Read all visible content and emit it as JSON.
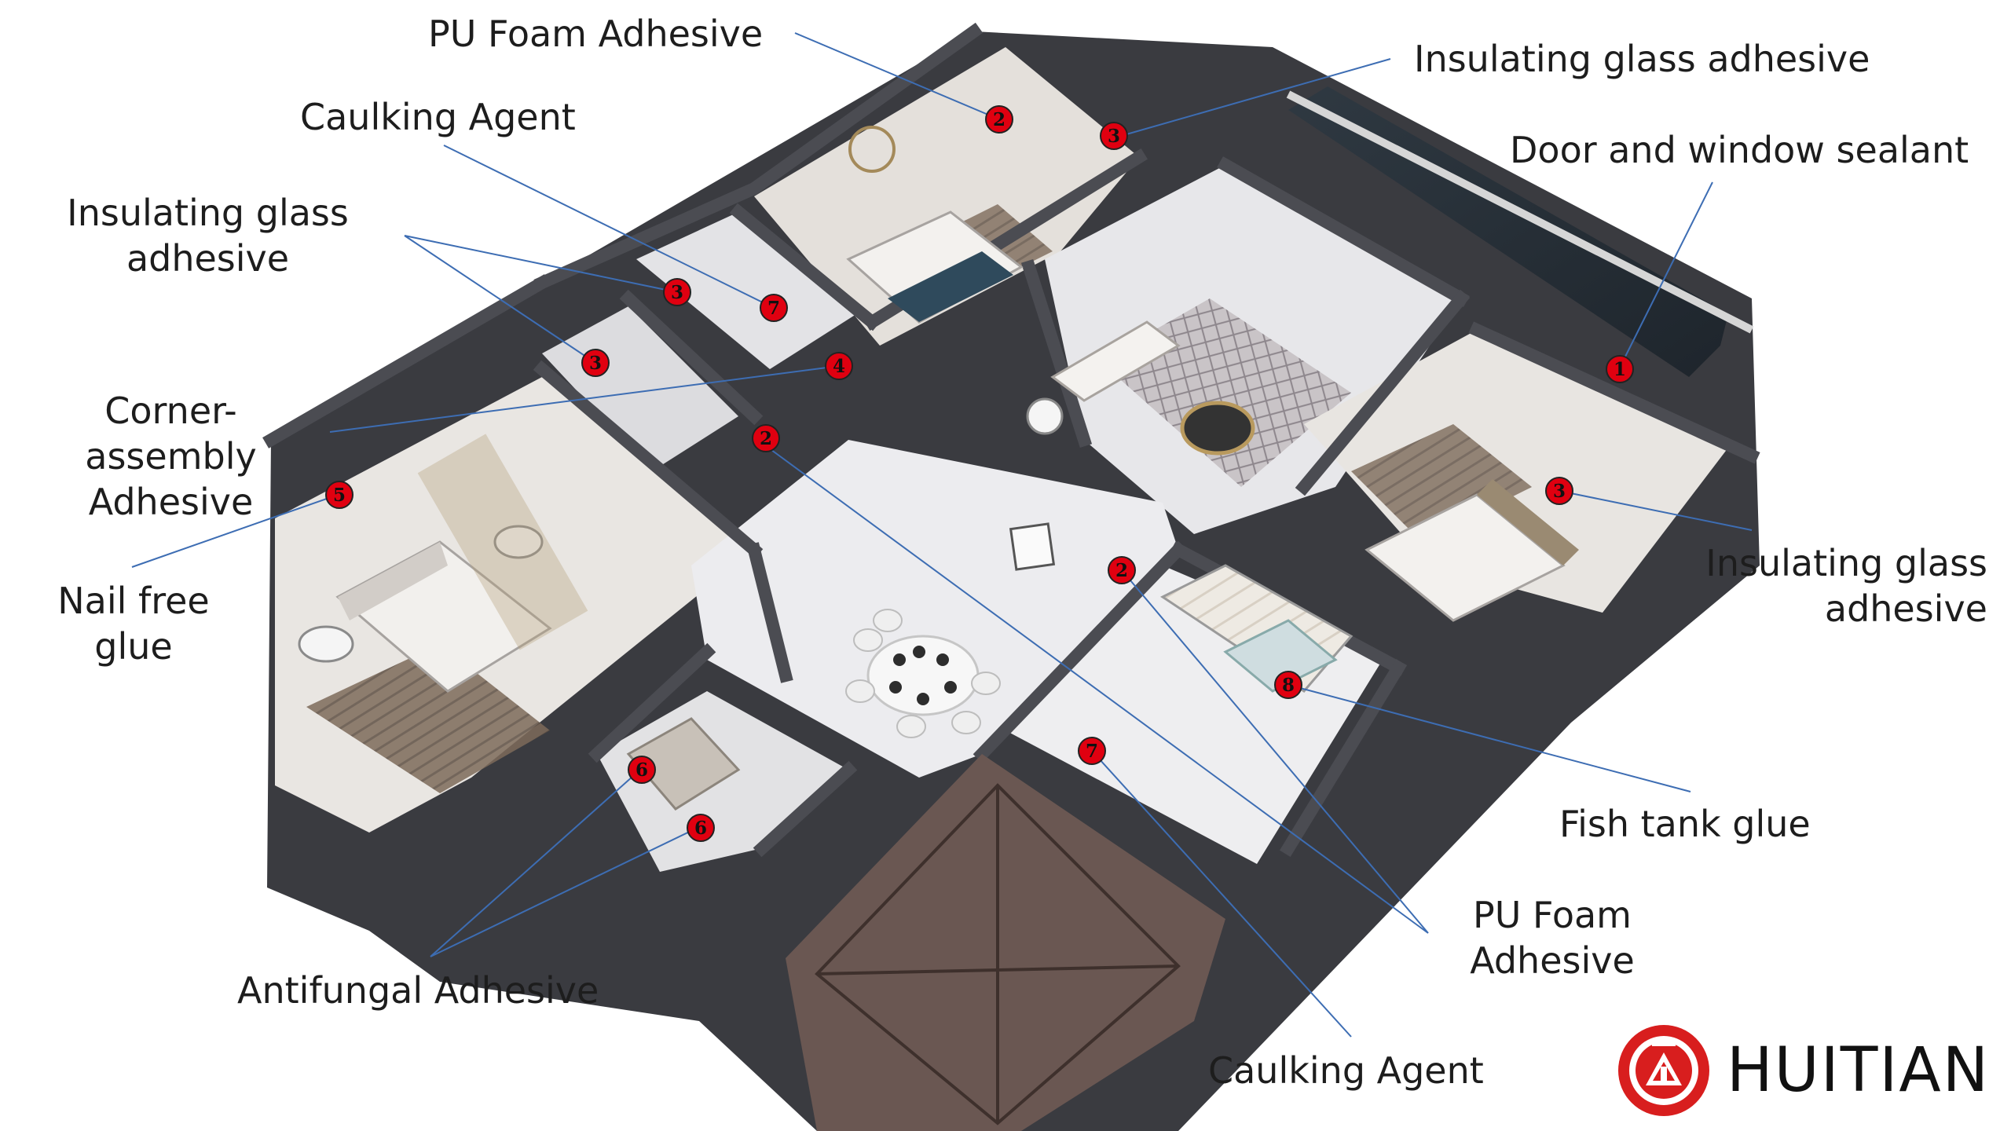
{
  "labels": {
    "pu_foam_top": "PU Foam Adhesive",
    "caulking_top": "Caulking Agent",
    "insulating_left_1": "Insulating glass",
    "insulating_left_2": "adhesive",
    "corner_1": "Corner-",
    "corner_2": "assembly",
    "corner_3": "Adhesive",
    "nail_1": "Nail free",
    "nail_2": "glue",
    "antifungal": "Antifungal Adhesive",
    "insulating_top_right": "Insulating glass adhesive",
    "door_window": "Door and window sealant",
    "insulating_right_1": "Insulating glass",
    "insulating_right_2": "adhesive",
    "fish_tank": "Fish tank glue",
    "pu_foam_bottom_1": "PU Foam",
    "pu_foam_bottom_2": "Adhesive",
    "caulking_bottom": "Caulking Agent"
  },
  "markers": [
    "1",
    "2",
    "2",
    "2",
    "3",
    "3",
    "3",
    "3",
    "4",
    "5",
    "6",
    "6",
    "7",
    "7",
    "8"
  ],
  "logo": {
    "text": "HUITIAN",
    "color": "#d81e1e"
  },
  "colors": {
    "marker_fill": "#e00010",
    "leader_line": "#3d6db3",
    "wall": "#3c3c40",
    "floor": "#e6e6e8"
  }
}
